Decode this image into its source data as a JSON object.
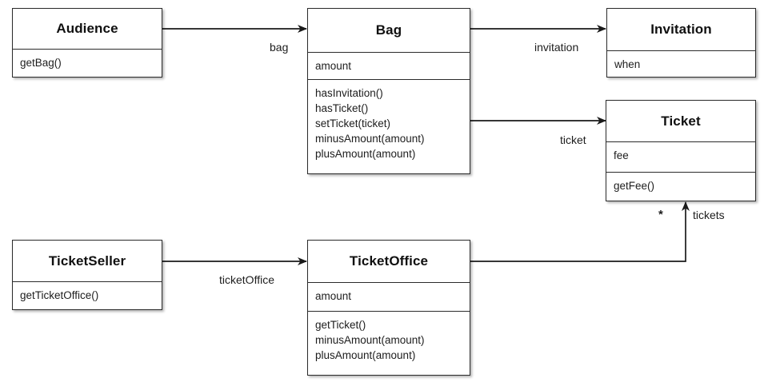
{
  "diagram": {
    "kind": "uml-class-diagram",
    "background": "#ffffff",
    "line_color": "#2b2b2b",
    "text_color": "#1d1d1d"
  },
  "classes": [
    {
      "id": "audience",
      "name": "Audience",
      "attributes": [],
      "operations": [
        "getBag()"
      ]
    },
    {
      "id": "bag",
      "name": "Bag",
      "attributes": [
        "amount"
      ],
      "operations": [
        "hasInvitation()",
        "hasTicket()",
        "setTicket(ticket)",
        "minusAmount(amount)",
        "plusAmount(amount)"
      ]
    },
    {
      "id": "invitation",
      "name": "Invitation",
      "attributes": [
        "when"
      ],
      "operations": []
    },
    {
      "id": "ticket",
      "name": "Ticket",
      "attributes": [
        "fee"
      ],
      "operations": [
        "getFee()"
      ]
    },
    {
      "id": "ticketseller",
      "name": "TicketSeller",
      "attributes": [],
      "operations": [
        "getTicketOffice()"
      ]
    },
    {
      "id": "ticketoffice",
      "name": "TicketOffice",
      "attributes": [
        "amount"
      ],
      "operations": [
        "getTicket()",
        "minusAmount(amount)",
        "plusAmount(amount)"
      ]
    }
  ],
  "associations": [
    {
      "id": "audience-bag",
      "from": "Audience",
      "to": "Bag",
      "role": "bag",
      "multiplicity": ""
    },
    {
      "id": "bag-invitation",
      "from": "Bag",
      "to": "Invitation",
      "role": "invitation",
      "multiplicity": ""
    },
    {
      "id": "bag-ticket",
      "from": "Bag",
      "to": "Ticket",
      "role": "ticket",
      "multiplicity": ""
    },
    {
      "id": "ticketseller-ticketoffice",
      "from": "TicketSeller",
      "to": "TicketOffice",
      "role": "ticketOffice",
      "multiplicity": ""
    },
    {
      "id": "ticketoffice-ticket",
      "from": "TicketOffice",
      "to": "Ticket",
      "role": "tickets",
      "multiplicity": "*"
    }
  ]
}
